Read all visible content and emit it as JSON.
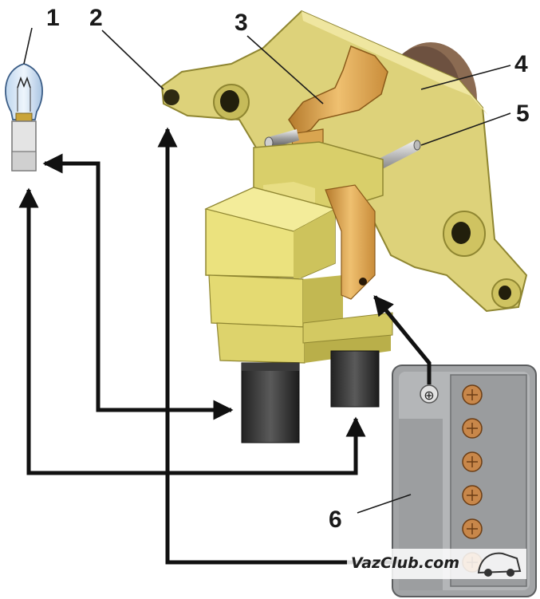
{
  "callouts": [
    {
      "id": "1",
      "text": "1"
    },
    {
      "id": "2",
      "text": "2"
    },
    {
      "id": "3",
      "text": "3"
    },
    {
      "id": "4",
      "text": "4"
    },
    {
      "id": "5",
      "text": "5"
    },
    {
      "id": "6",
      "text": "6"
    }
  ],
  "battery": {
    "terminal_symbol": "⊕"
  },
  "watermark": "VazClub.com",
  "colors": {
    "housing": "#e7e07a",
    "housing_dark": "#bdb54a",
    "bracket": "#d9cd72",
    "copper": "#d8a04a",
    "battery_body": "#9ea0a2",
    "terminals": "#3c3c3c",
    "wire": "#111111"
  }
}
